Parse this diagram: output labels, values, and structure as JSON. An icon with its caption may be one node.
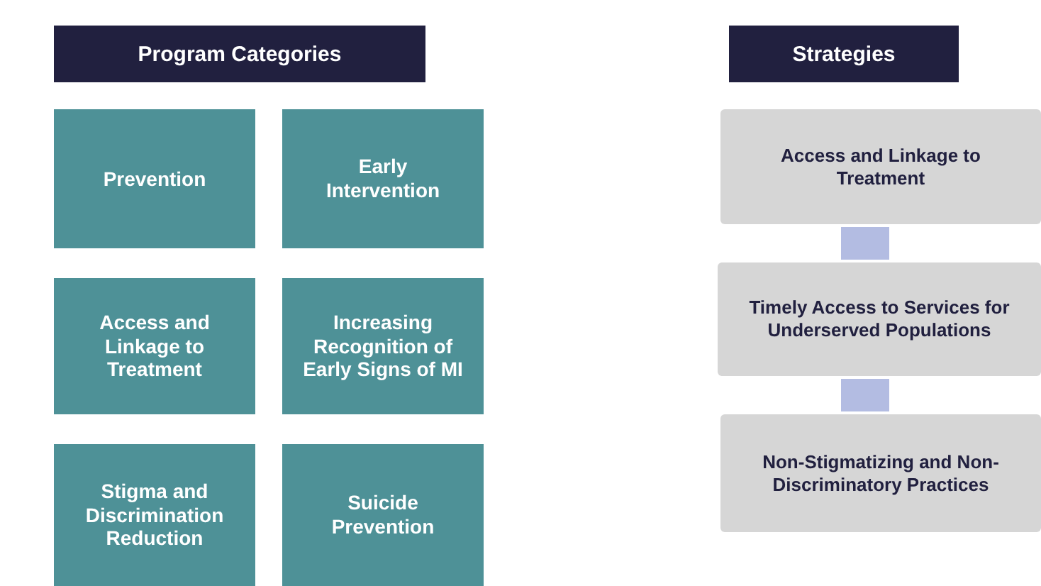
{
  "diagram": {
    "nodes": [
      {
        "text": [
          "Program Categories"
        ]
      },
      {
        "text": [
          "Prevention"
        ]
      },
      {
        "text": [
          "Early Intervention"
        ]
      },
      {
        "text": [
          "Access and Linkage to Treatment"
        ]
      },
      {
        "text": [
          "Increasing Recognition of Early Signs of MI"
        ]
      },
      {
        "text": [
          "Stigma and Discrimination Reduction"
        ]
      },
      {
        "text": [
          "Suicide Prevention"
        ]
      },
      {
        "text": [
          "Strategies"
        ]
      },
      {
        "text": [
          "Access and Linkage to Treatment"
        ]
      },
      {
        "text": [
          "Timely Access to Services for Underserved Populations"
        ]
      },
      {
        "text": [
          "Non-Stigmatizing and Non-Discriminatory Practices"
        ]
      }
    ],
    "edges": [
      {
        "from": 8,
        "to": 9,
        "arrow": "none"
      },
      {
        "from": 9,
        "to": 10,
        "arrow": "none"
      }
    ]
  }
}
